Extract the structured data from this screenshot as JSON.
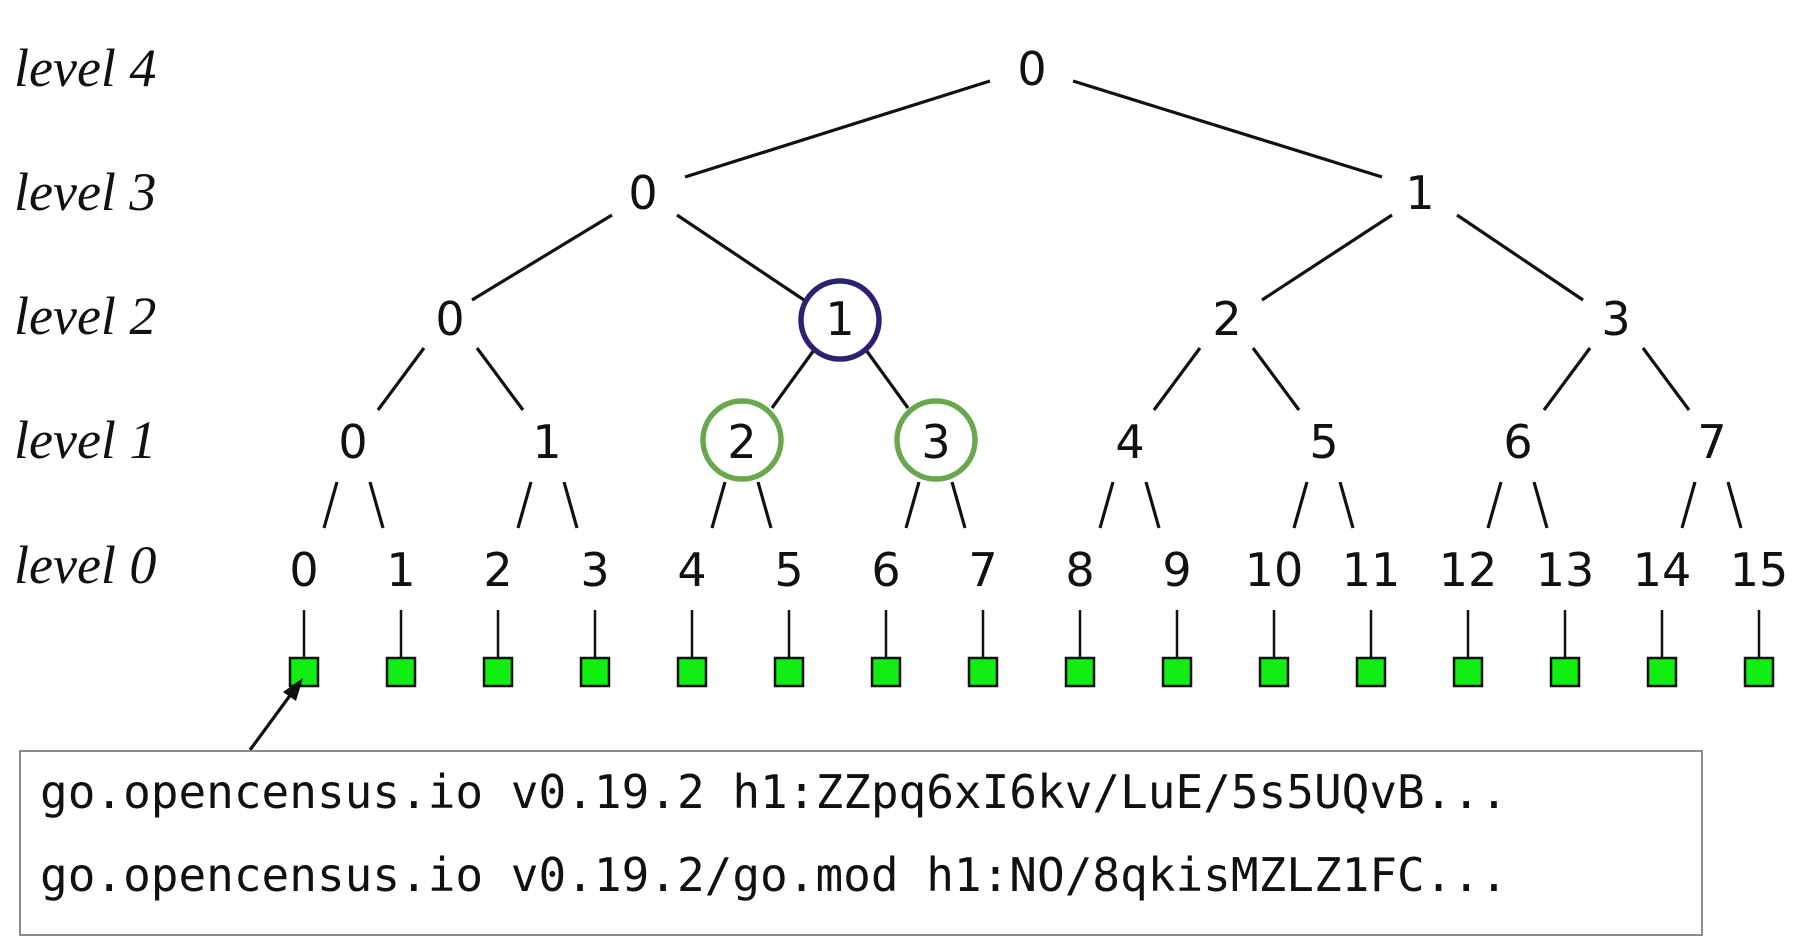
{
  "levels": [
    "level 4",
    "level 3",
    "level 2",
    "level 1",
    "level 0"
  ],
  "tree": {
    "level4": [
      "0"
    ],
    "level3": [
      "0",
      "1"
    ],
    "level2": [
      "0",
      "1",
      "2",
      "3"
    ],
    "level1": [
      "0",
      "1",
      "2",
      "3",
      "4",
      "5",
      "6",
      "7"
    ],
    "level0": [
      "0",
      "1",
      "2",
      "3",
      "4",
      "5",
      "6",
      "7",
      "8",
      "9",
      "10",
      "11",
      "12",
      "13",
      "14",
      "15"
    ]
  },
  "highlights": [
    {
      "level": 2,
      "node": "1",
      "color": "#2a2370"
    },
    {
      "level": 1,
      "node": "2",
      "color": "#6aa84f"
    },
    {
      "level": 1,
      "node": "3",
      "color": "#6aa84f"
    }
  ],
  "leaf_color": "#11ee11",
  "hash_lines": [
    "go.opencensus.io v0.19.2 h1:ZZpq6xI6kv/LuE/5s5UQvB...",
    "go.opencensus.io v0.19.2/go.mod h1:NO/8qkisMZLZ1FC..."
  ]
}
